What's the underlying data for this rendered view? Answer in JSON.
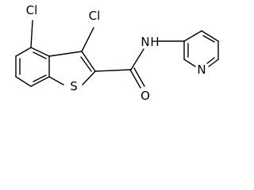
{
  "structure": {
    "atom_labels": {
      "cl_left": "Cl",
      "cl_right": "Cl",
      "sulfur": "S",
      "oxygen": "O",
      "amide_nh": "N",
      "amide_h": "H",
      "pyridine_n": "N"
    }
  }
}
